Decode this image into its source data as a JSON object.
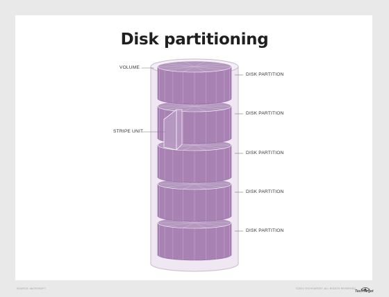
{
  "title": "Disk partitioning",
  "labels": {
    "volume": "VOLUME",
    "stripe_unit": "STRIPE UNIT",
    "partitions": [
      "DISK PARTITION",
      "DISK PARTITION",
      "DISK PARTITION",
      "DISK PARTITION",
      "DISK PARTITION"
    ]
  },
  "footer": {
    "source": "SOURCE: MICROSOFT",
    "copyright": "©2021 TECHTARGET. ALL RIGHTS RESERVED",
    "brand": "TechTarget"
  },
  "colors": {
    "disk_face": "#a882b3",
    "disk_dark": "#8d6a9b",
    "disk_top": "#b497bf",
    "volume_fill": "#efe7f2",
    "volume_stroke": "#c9b8cf"
  }
}
